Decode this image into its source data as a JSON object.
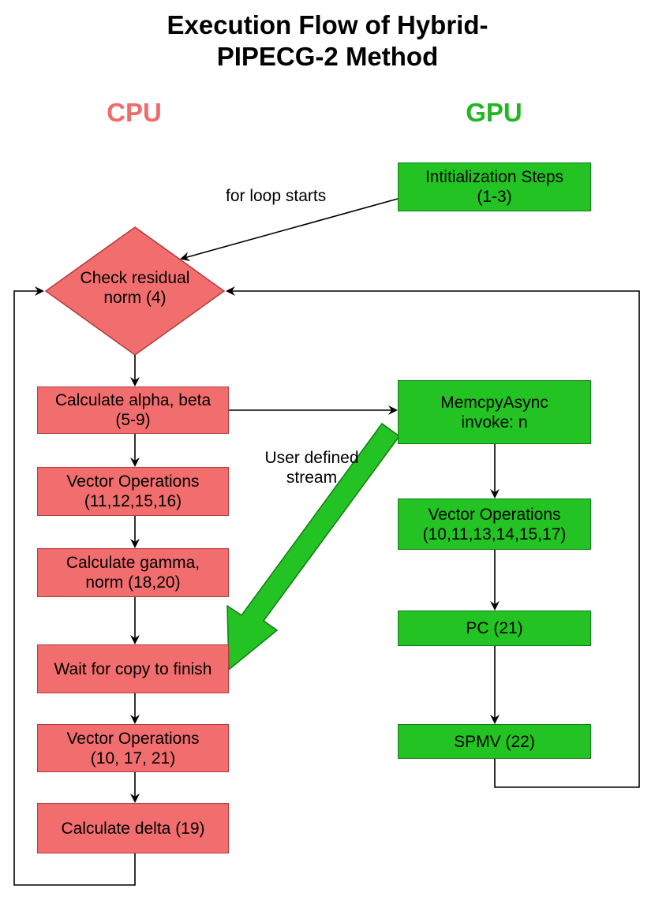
{
  "title": {
    "line1": "Execution Flow of Hybrid-",
    "line2": "PIPECG-2 Method"
  },
  "columns": {
    "cpu": "CPU",
    "gpu": "GPU"
  },
  "labels": {
    "loop_start": "for loop starts",
    "stream": "User defined\nstream"
  },
  "cpu_nodes": {
    "check_residual": "Check residual\nnorm (4)",
    "alpha_beta": "Calculate alpha, beta\n(5-9)",
    "vec_ops_1": "Vector Operations\n(11,12,15,16)",
    "gamma_norm": "Calculate gamma,\nnorm (18,20)",
    "wait_copy": "Wait for copy to finish",
    "vec_ops_2": "Vector Operations\n(10, 17, 21)",
    "delta": "Calculate delta (19)"
  },
  "gpu_nodes": {
    "init": "Intitialization Steps\n(1-3)",
    "memcpy": "MemcpyAsync\ninvoke: n",
    "vec_ops": "Vector Operations\n(10,11,13,14,15,17)",
    "pc": "PC (21)",
    "spmv": "SPMV (22)"
  },
  "colors": {
    "cpu_fill": "#f26d6d",
    "cpu_heading": "#f06b6b",
    "gpu_fill": "#22c322",
    "gpu_heading": "#22b722"
  }
}
